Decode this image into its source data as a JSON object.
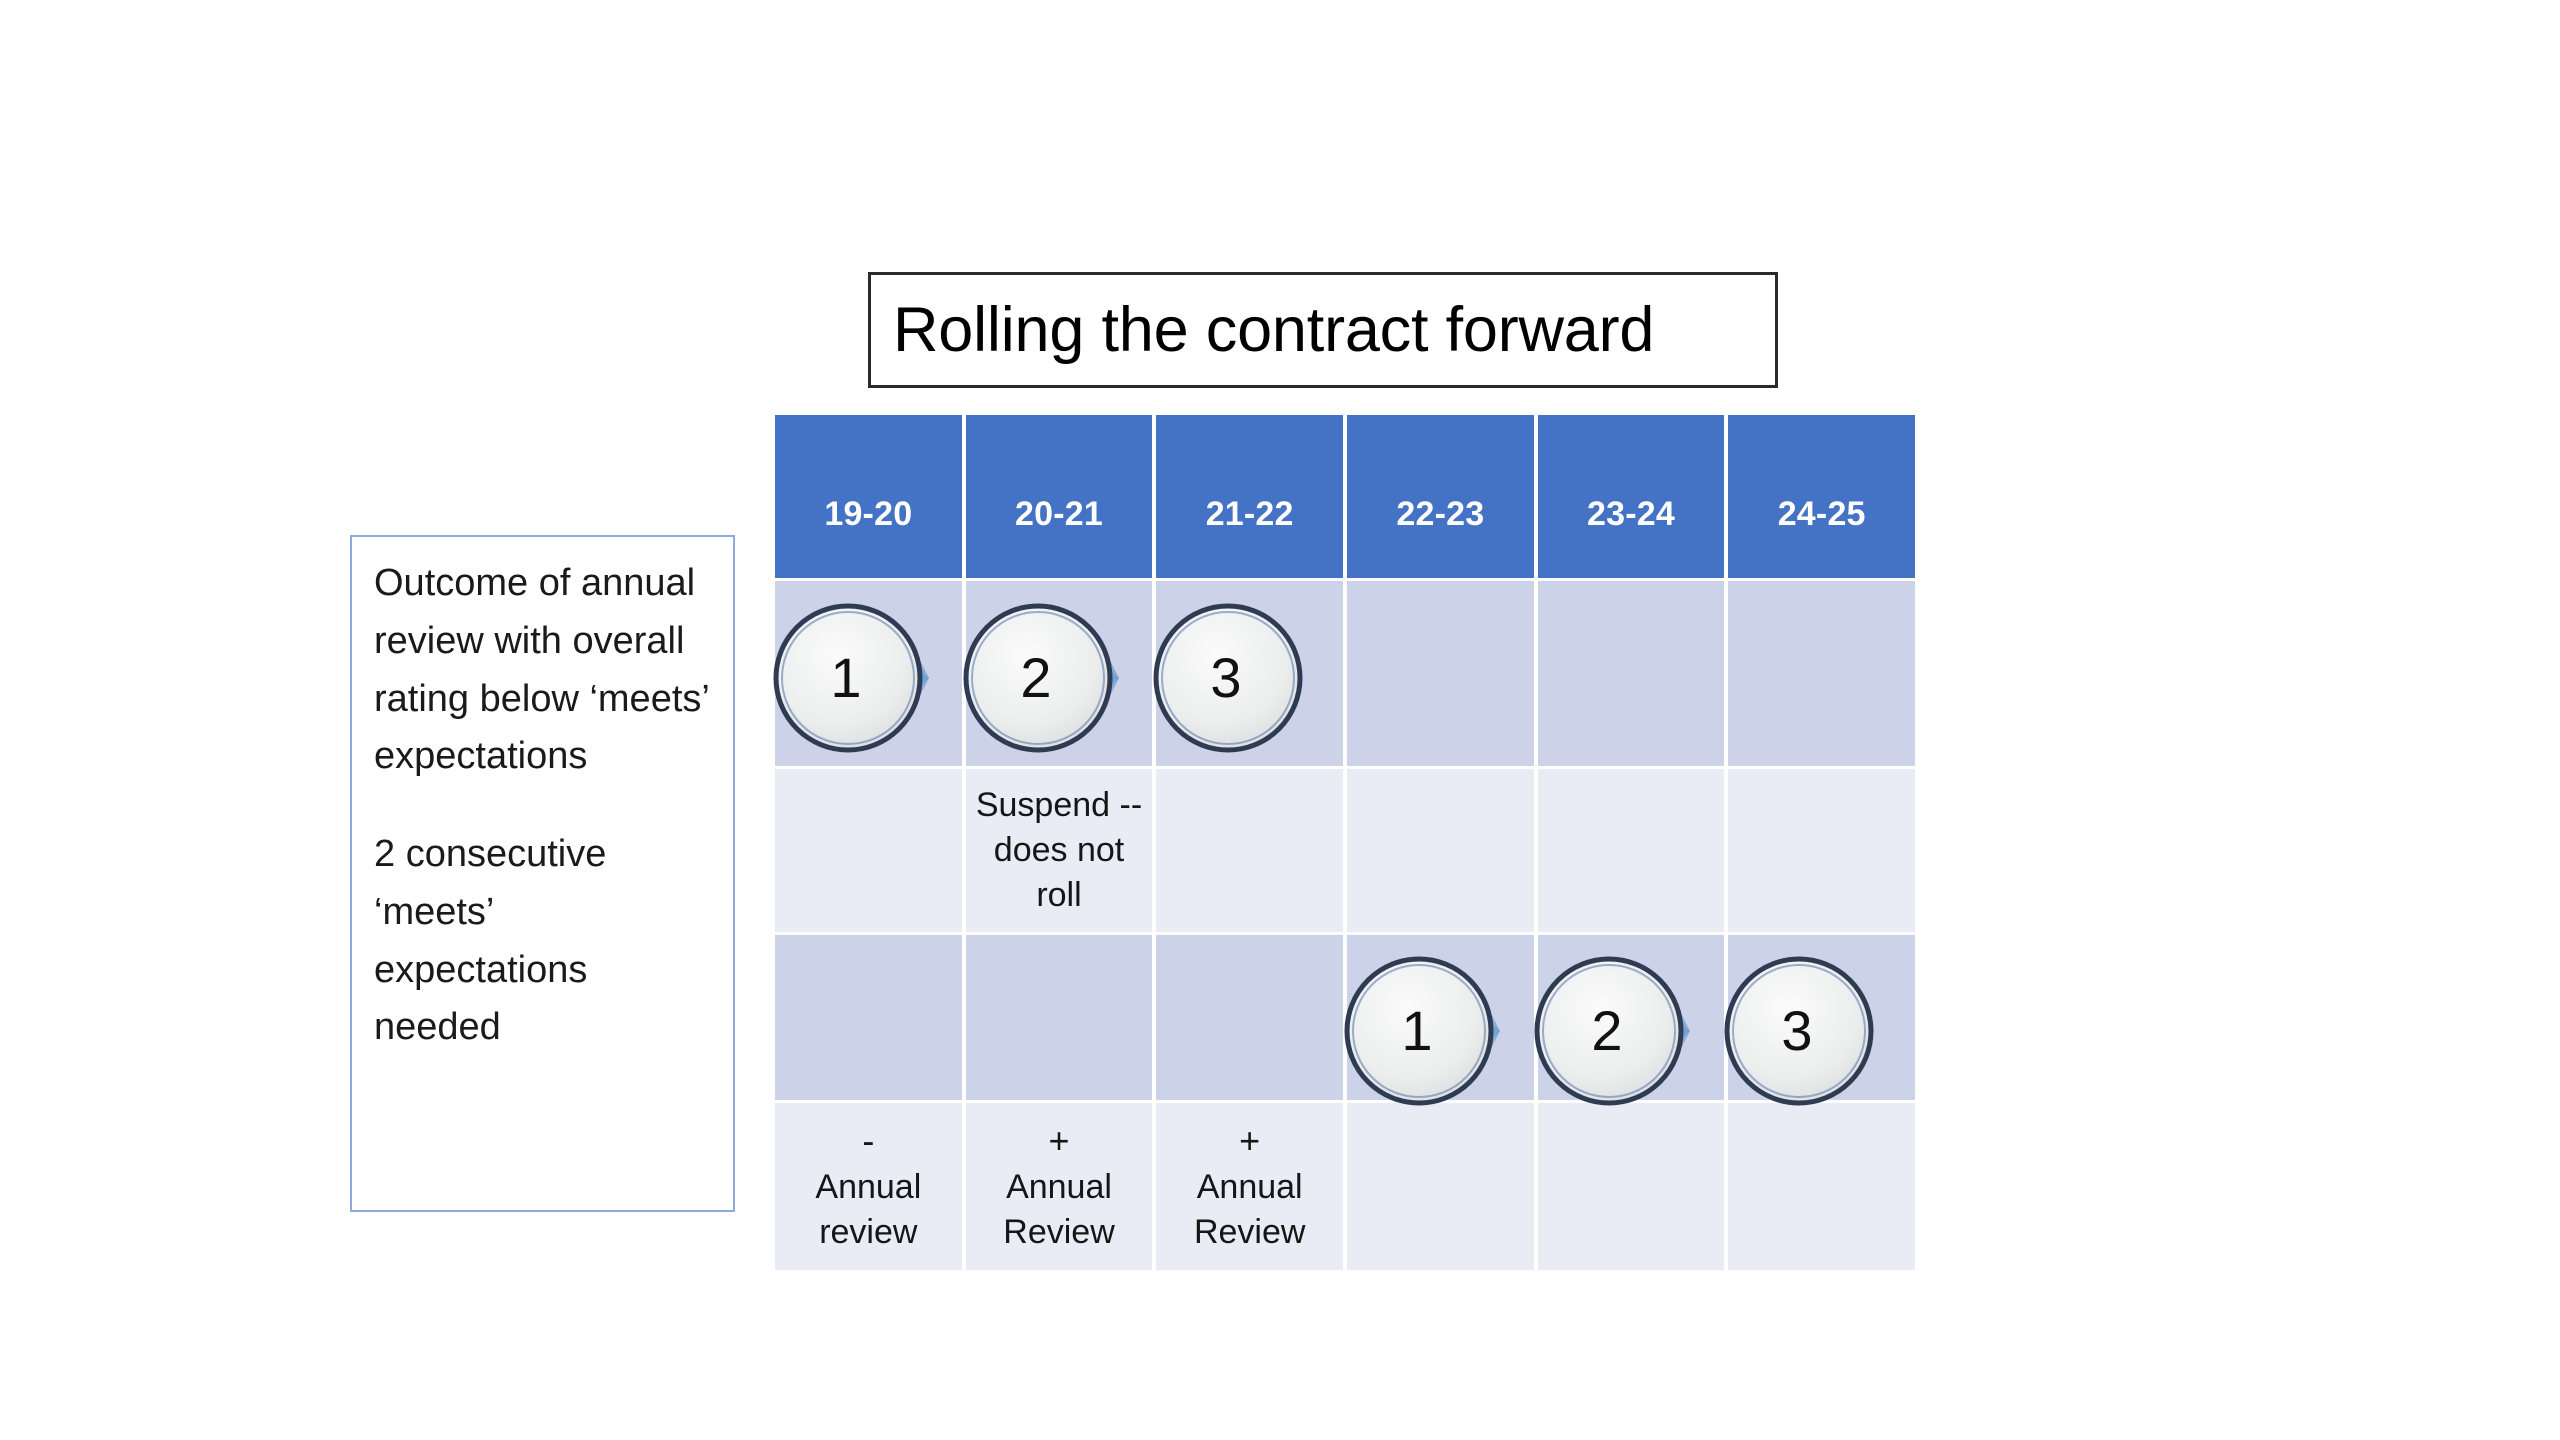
{
  "slide": {
    "background_color": "#ffffff",
    "title": {
      "text": "Rolling the contract forward",
      "border_color": "#2b2b2b"
    },
    "note": {
      "border_color": "#8faadc",
      "paragraphs": [
        "Outcome of annual review with overall rating below ‘meets’ expectations",
        "2 consecutive ‘meets’ expectations needed"
      ]
    },
    "table": {
      "header_color": "#4472c4",
      "band_dark_color": "#ccd2e8",
      "band_light_color": "#e9ebf5",
      "columns": [
        "19-20",
        "20-21",
        "21-22",
        "22-23",
        "23-24",
        "24-25"
      ],
      "rows": [
        {
          "name": "first-cycle-row",
          "band": "dark",
          "cells": [
            "",
            "",
            "",
            "",
            "",
            ""
          ]
        },
        {
          "name": "suspend-note-row",
          "band": "light",
          "cells": [
            "",
            "Suspend -- does not roll",
            "",
            "",
            "",
            ""
          ]
        },
        {
          "name": "second-cycle-row",
          "band": "dark",
          "cells": [
            "",
            "",
            "",
            "",
            "",
            ""
          ]
        },
        {
          "name": "annual-review-row",
          "band": "light",
          "cells": [
            {
              "sign": "-",
              "label": "Annual review"
            },
            {
              "sign": "+",
              "label": "Annual Review"
            },
            {
              "sign": "+",
              "label": "Annual Review"
            },
            null,
            null,
            null
          ]
        }
      ],
      "markers": {
        "fill_light": "#f2f3f4",
        "fill_dark": "#d9dbdc",
        "outline_color": "#2f3b52",
        "arrow_color": "#4a7ebb",
        "group_one": {
          "row": "first-cycle-row",
          "columns": [
            "19-20",
            "20-21",
            "21-22"
          ],
          "labels": [
            "1",
            "2",
            "3"
          ]
        },
        "group_two": {
          "row": "second-cycle-row",
          "columns": [
            "22-23",
            "23-24",
            "24-25"
          ],
          "labels": [
            "1",
            "2",
            "3"
          ]
        }
      }
    }
  }
}
